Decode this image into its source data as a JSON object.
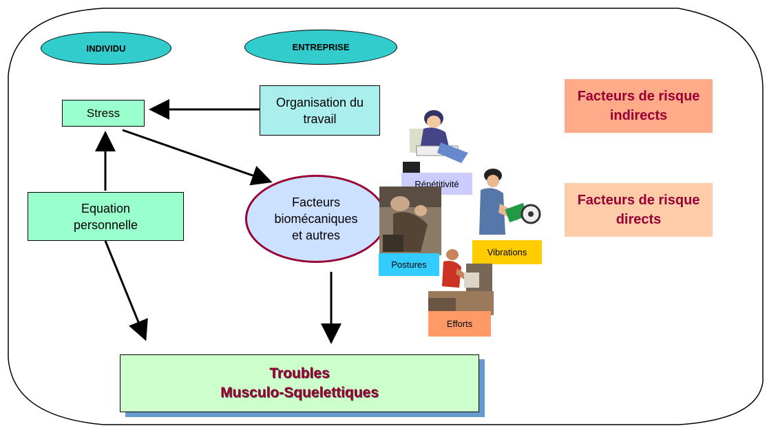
{
  "ovals": {
    "individu": "INDIVIDU",
    "entreprise": "ENTREPRISE"
  },
  "boxes": {
    "stress": "Stress",
    "organisation_line1": "Organisation du",
    "organisation_line2": "travail",
    "equation_line1": "Equation",
    "equation_line2": "personnelle",
    "facteurs_line1": "Facteurs",
    "facteurs_line2": "biomécaniques",
    "facteurs_line3": "et autres",
    "troubles_line1": "Troubles",
    "troubles_line2": "Musculo-Squelettiques"
  },
  "risk_labels": {
    "indirect_line1": "Facteurs de risque",
    "indirect_line2": "indirects",
    "direct_line1": "Facteurs de risque",
    "direct_line2": "directs"
  },
  "photo_labels": {
    "repetitivite": "Répétitivité",
    "postures": "Postures",
    "vibrations": "Vibrations",
    "efforts": "Efforts"
  },
  "colors": {
    "oval_fill": "#33cccc",
    "green_box": "#99ffcc",
    "cyan_box": "#aaeeee",
    "facteurs_fill": "#cce0ff",
    "facteurs_border": "#990033",
    "risk_indirect_bg": "#ffaa88",
    "risk_direct_bg": "#ffccaa",
    "risk_text": "#990033",
    "label_repetitivite": "#ccccff",
    "label_postures": "#33ccff",
    "label_vibrations": "#ffcc00",
    "label_efforts": "#ff9966"
  },
  "icons": [
    "worker-sewing-image",
    "worker-posture-image",
    "worker-grinder-image",
    "worker-lifting-image"
  ]
}
